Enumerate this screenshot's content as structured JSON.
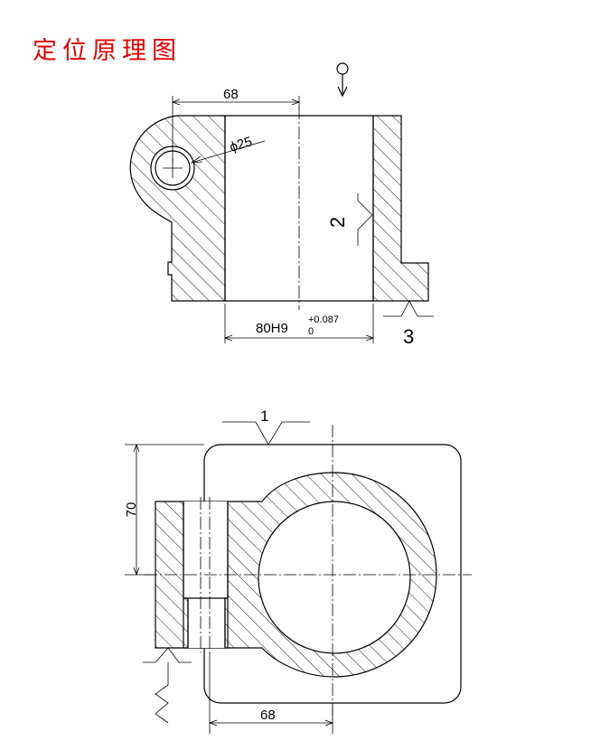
{
  "title": "定位原理图",
  "top_view": {
    "dim_width": "68",
    "dim_hole": "ϕ25",
    "dim_bore": "80H9",
    "tol_upper": "+0.087",
    "tol_lower": "0",
    "label_2": "2",
    "label_3": "3"
  },
  "bottom_view": {
    "label_1": "1",
    "dim_height": "70",
    "dim_width": "68"
  }
}
